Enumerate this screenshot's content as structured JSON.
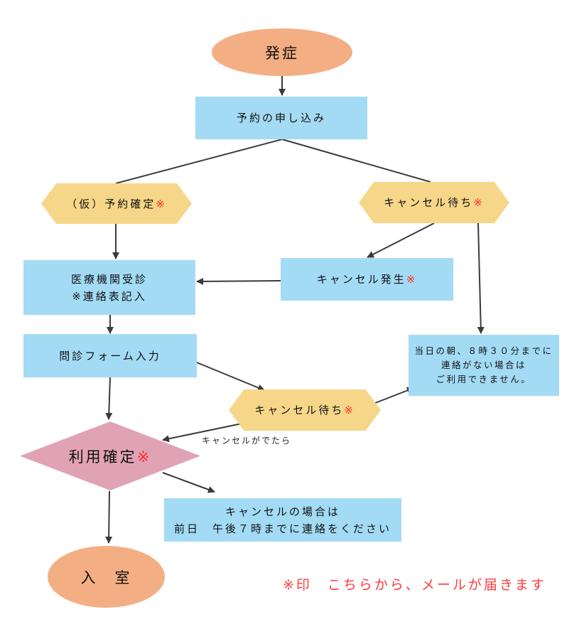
{
  "diagram": {
    "type": "flowchart",
    "colors": {
      "terminal": "#f4ae84",
      "process": "#a3dbf5",
      "wait": "#f6d688",
      "decision": "#e0a3b5",
      "mark": "#ff2b2b",
      "connector": "#3a3a3a"
    },
    "mark_symbol": "※",
    "nodes": {
      "onset": {
        "text": "発症",
        "shape": "ellipse"
      },
      "apply": {
        "text": "予約の申し込み",
        "shape": "box"
      },
      "provisional": {
        "text": "（仮）予約確定",
        "marked": true,
        "shape": "hexagon"
      },
      "waitlist_top": {
        "text": "キャンセル待ち",
        "marked": true,
        "shape": "hexagon"
      },
      "cancel_occurs": {
        "text": "キャンセル発生",
        "marked": true,
        "shape": "box"
      },
      "clinic": {
        "line1": "医療機関受診",
        "line2": "※連絡表記入",
        "shape": "box"
      },
      "form": {
        "text": "問診フォーム入力",
        "shape": "box"
      },
      "waitlist_mid": {
        "text": "キャンセル待ち",
        "marked": true,
        "shape": "hexagon"
      },
      "no_contact": {
        "line1": "当日の朝、８時３０分までに",
        "line2": "連絡がない場合は",
        "line3": "ご利用できません。",
        "shape": "box"
      },
      "confirm": {
        "text": "利用確定",
        "marked": true,
        "shape": "diamond"
      },
      "cancel_notice": {
        "line1": "キャンセルの場合は",
        "line2": "前日　午後７時までに連絡をください",
        "shape": "box"
      },
      "enter": {
        "text": "入　室",
        "shape": "ellipse"
      }
    },
    "edges": [
      {
        "from": "onset",
        "to": "apply",
        "arrow": true
      },
      {
        "from": "apply",
        "to": "provisional",
        "arrow": false
      },
      {
        "from": "apply",
        "to": "waitlist_top",
        "arrow": false
      },
      {
        "from": "provisional",
        "to": "clinic",
        "arrow": true
      },
      {
        "from": "waitlist_top",
        "to": "cancel_occurs",
        "arrow": true
      },
      {
        "from": "waitlist_top",
        "to": "no_contact",
        "arrow": true
      },
      {
        "from": "cancel_occurs",
        "to": "clinic",
        "arrow": true
      },
      {
        "from": "clinic",
        "to": "form",
        "arrow": true
      },
      {
        "from": "form",
        "to": "confirm",
        "arrow": true
      },
      {
        "from": "form",
        "to": "waitlist_mid",
        "arrow": true
      },
      {
        "from": "waitlist_mid",
        "to": "no_contact",
        "arrow": true
      },
      {
        "from": "waitlist_mid",
        "to": "confirm",
        "arrow": true,
        "label": "キャンセルがでたら"
      },
      {
        "from": "confirm",
        "to": "cancel_notice",
        "arrow": true
      },
      {
        "from": "confirm",
        "to": "enter",
        "arrow": true
      }
    ],
    "footnote": "※印　こちらから、メールが届きます"
  }
}
